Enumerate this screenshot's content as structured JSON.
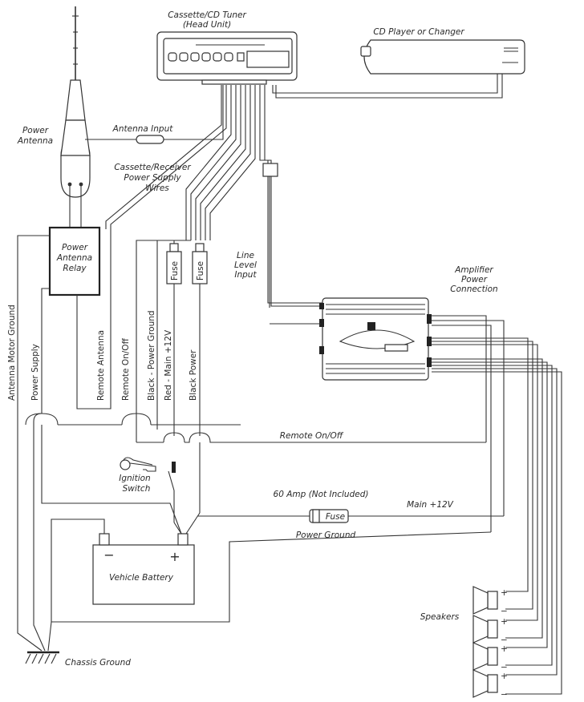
{
  "labels": {
    "head_unit_title": "Cassette/CD Tuner",
    "head_unit_sub": "(Head Unit)",
    "cd_changer": "CD Player or Changer",
    "power_antenna_1": "Power",
    "power_antenna_2": "Antenna",
    "antenna_input": "Antenna Input",
    "power_wires_1": "Cassette/Receiver",
    "power_wires_2": "Power Supply",
    "power_wires_3": "Wires",
    "relay_1": "Power",
    "relay_2": "Antenna",
    "relay_3": "Relay",
    "line_level_1": "Line",
    "line_level_2": "Level",
    "line_level_3": "Input",
    "amp_power_1": "Amplifier",
    "amp_power_2": "Power",
    "amp_power_3": "Connection",
    "fuse_1": "Fuse",
    "fuse_2": "Fuse",
    "fuse_main": "Fuse",
    "antenna_motor_ground": "Antenna Motor Ground",
    "power_supply": "Power Supply",
    "remote_antenna": "Remote Antenna",
    "remote_on_off_vert": "Remote On/Off",
    "black_power_ground": "Black - Power Ground",
    "red_main": "Red - Main +12V",
    "black_power": "Black Power",
    "remote_on_off": "Remote On/Off",
    "ignition_1": "Ignition",
    "ignition_2": "Switch",
    "amp_60": "60 Amp (Not Included)",
    "main_12v": "Main +12V",
    "power_ground": "Power Ground",
    "battery_minus": "−",
    "battery_plus": "+",
    "vehicle_battery": "Vehicle Battery",
    "speakers": "Speakers",
    "chassis_ground": "Chassis Ground",
    "spk_plus": "+",
    "spk_minus": "−"
  }
}
